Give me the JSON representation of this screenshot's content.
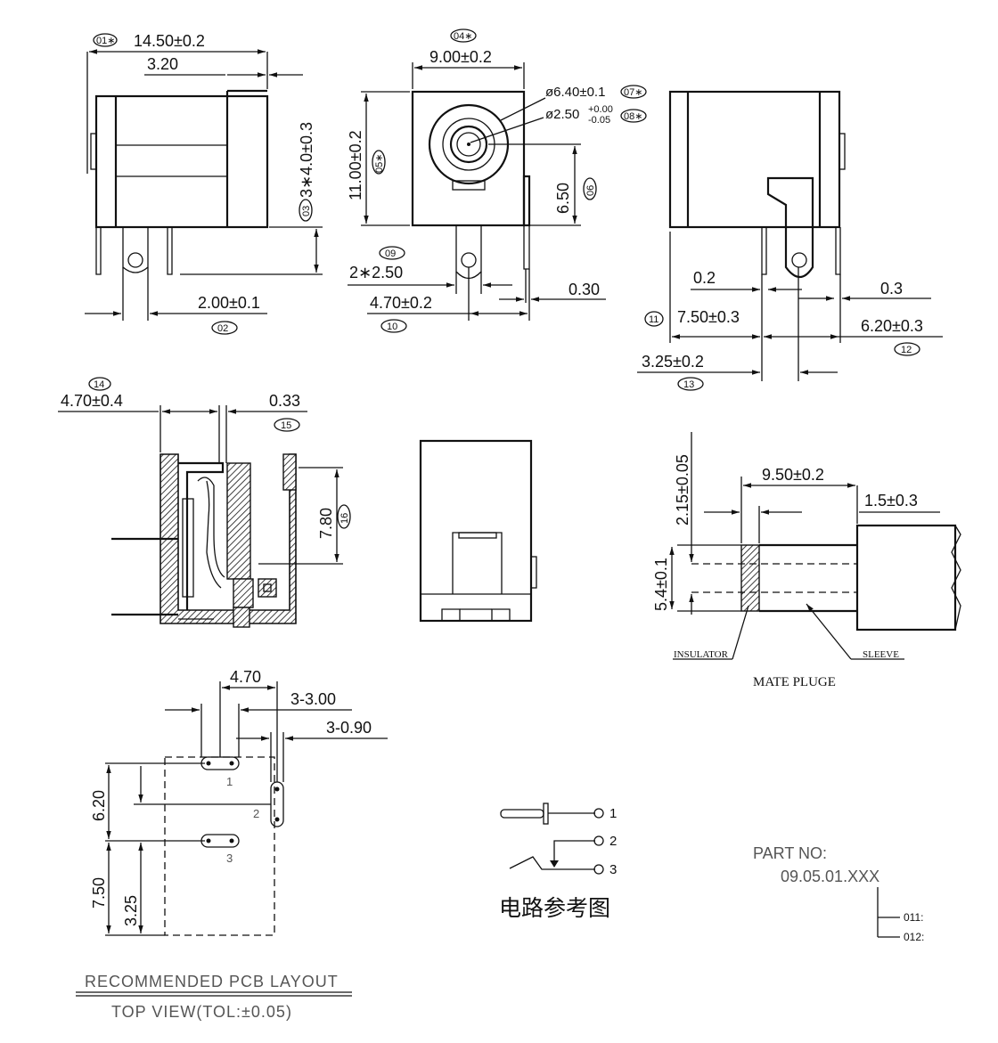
{
  "views": {
    "front_left": {
      "dims": [
        "14.50±0.2",
        "3.20",
        "3∗4.0±0.3",
        "2.00±0.1"
      ],
      "tags": [
        "01∗",
        "02",
        "03"
      ]
    },
    "front_center": {
      "dims": [
        "9.00±0.2",
        "11.00±0.2",
        "6.50",
        "2∗2.50",
        "4.70±0.2",
        "0.30"
      ],
      "diameters": [
        "ø6.40±0.1",
        "ø2.50"
      ],
      "tolerance_upper": "+0.00",
      "tolerance_lower": "-0.05",
      "tags": [
        "04∗",
        "05∗",
        "06",
        "07∗",
        "08∗",
        "09",
        "10"
      ]
    },
    "side_right": {
      "dims": [
        "0.2",
        "0.3",
        "7.50±0.3",
        "6.20±0.3",
        "3.25±0.2"
      ],
      "tags": [
        "11",
        "12",
        "13"
      ]
    },
    "section": {
      "dims": [
        "4.70±0.4",
        "0.33",
        "7.80"
      ],
      "tags": [
        "14",
        "15",
        "16"
      ]
    },
    "plug": {
      "dims": [
        "2.15±0.05",
        "9.50±0.2",
        "1.5±0.3",
        "5.4±0.1"
      ],
      "insulator_label": "INSULATOR",
      "sleeve_label": "SLEEVE",
      "caption": "MATE PLUGE"
    }
  },
  "pcb": {
    "dims": [
      "4.70",
      "3-3.00",
      "3-0.90",
      "6.20",
      "7.50",
      "3.25"
    ],
    "pin_numbers": [
      "1",
      "2",
      "3"
    ],
    "caption_1": "RECOMMENDED PCB LAYOUT",
    "caption_2": "TOP VIEW(TOL:±0.05)"
  },
  "circuit": {
    "pins": [
      "1",
      "2",
      "3"
    ],
    "caption": "电路参考图"
  },
  "part": {
    "label": "PART NO:",
    "number": "09.05.01.XXX",
    "variant_1": "011:",
    "variant_2": "012:"
  }
}
